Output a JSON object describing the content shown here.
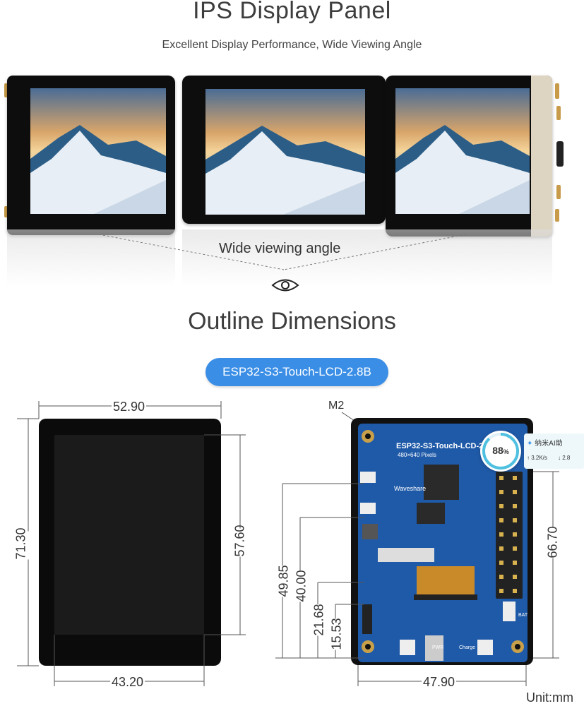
{
  "section1": {
    "title": "IPS Display Panel",
    "subtitle": "Excellent Display Performance, Wide Viewing Angle",
    "viewing_label": "Wide viewing angle"
  },
  "section2": {
    "title": "Outline Dimensions",
    "model_pill": "ESP32-S3-Touch-LCD-2.8B"
  },
  "front_view": {
    "width_top": "52.90",
    "height_left": "71.30",
    "screen_height": "57.60",
    "screen_width": "43.20"
  },
  "back_view": {
    "mount_label": "M2",
    "dims": [
      "49.85",
      "40.00",
      "21.68",
      "15.53"
    ],
    "height_right": "66.70",
    "width_bottom": "47.90",
    "board_title": "ESP32-S3-Touch-LCD-2",
    "board_subtitle": "480×640 Pixels",
    "brand": "Waveshare",
    "port_labels": [
      "PWR",
      "Charge",
      "BAT"
    ]
  },
  "unit": "Unit:mm",
  "overlay_widget": {
    "percent": "88",
    "percent_sign": "%",
    "title": "纳米AI助",
    "upload": "↑ 3.2K/s",
    "download": "↓ 2.8"
  },
  "colors": {
    "pill": "#3a8ee6",
    "pcb": "#1f5aa8",
    "bezel": "#0d0d0d"
  }
}
